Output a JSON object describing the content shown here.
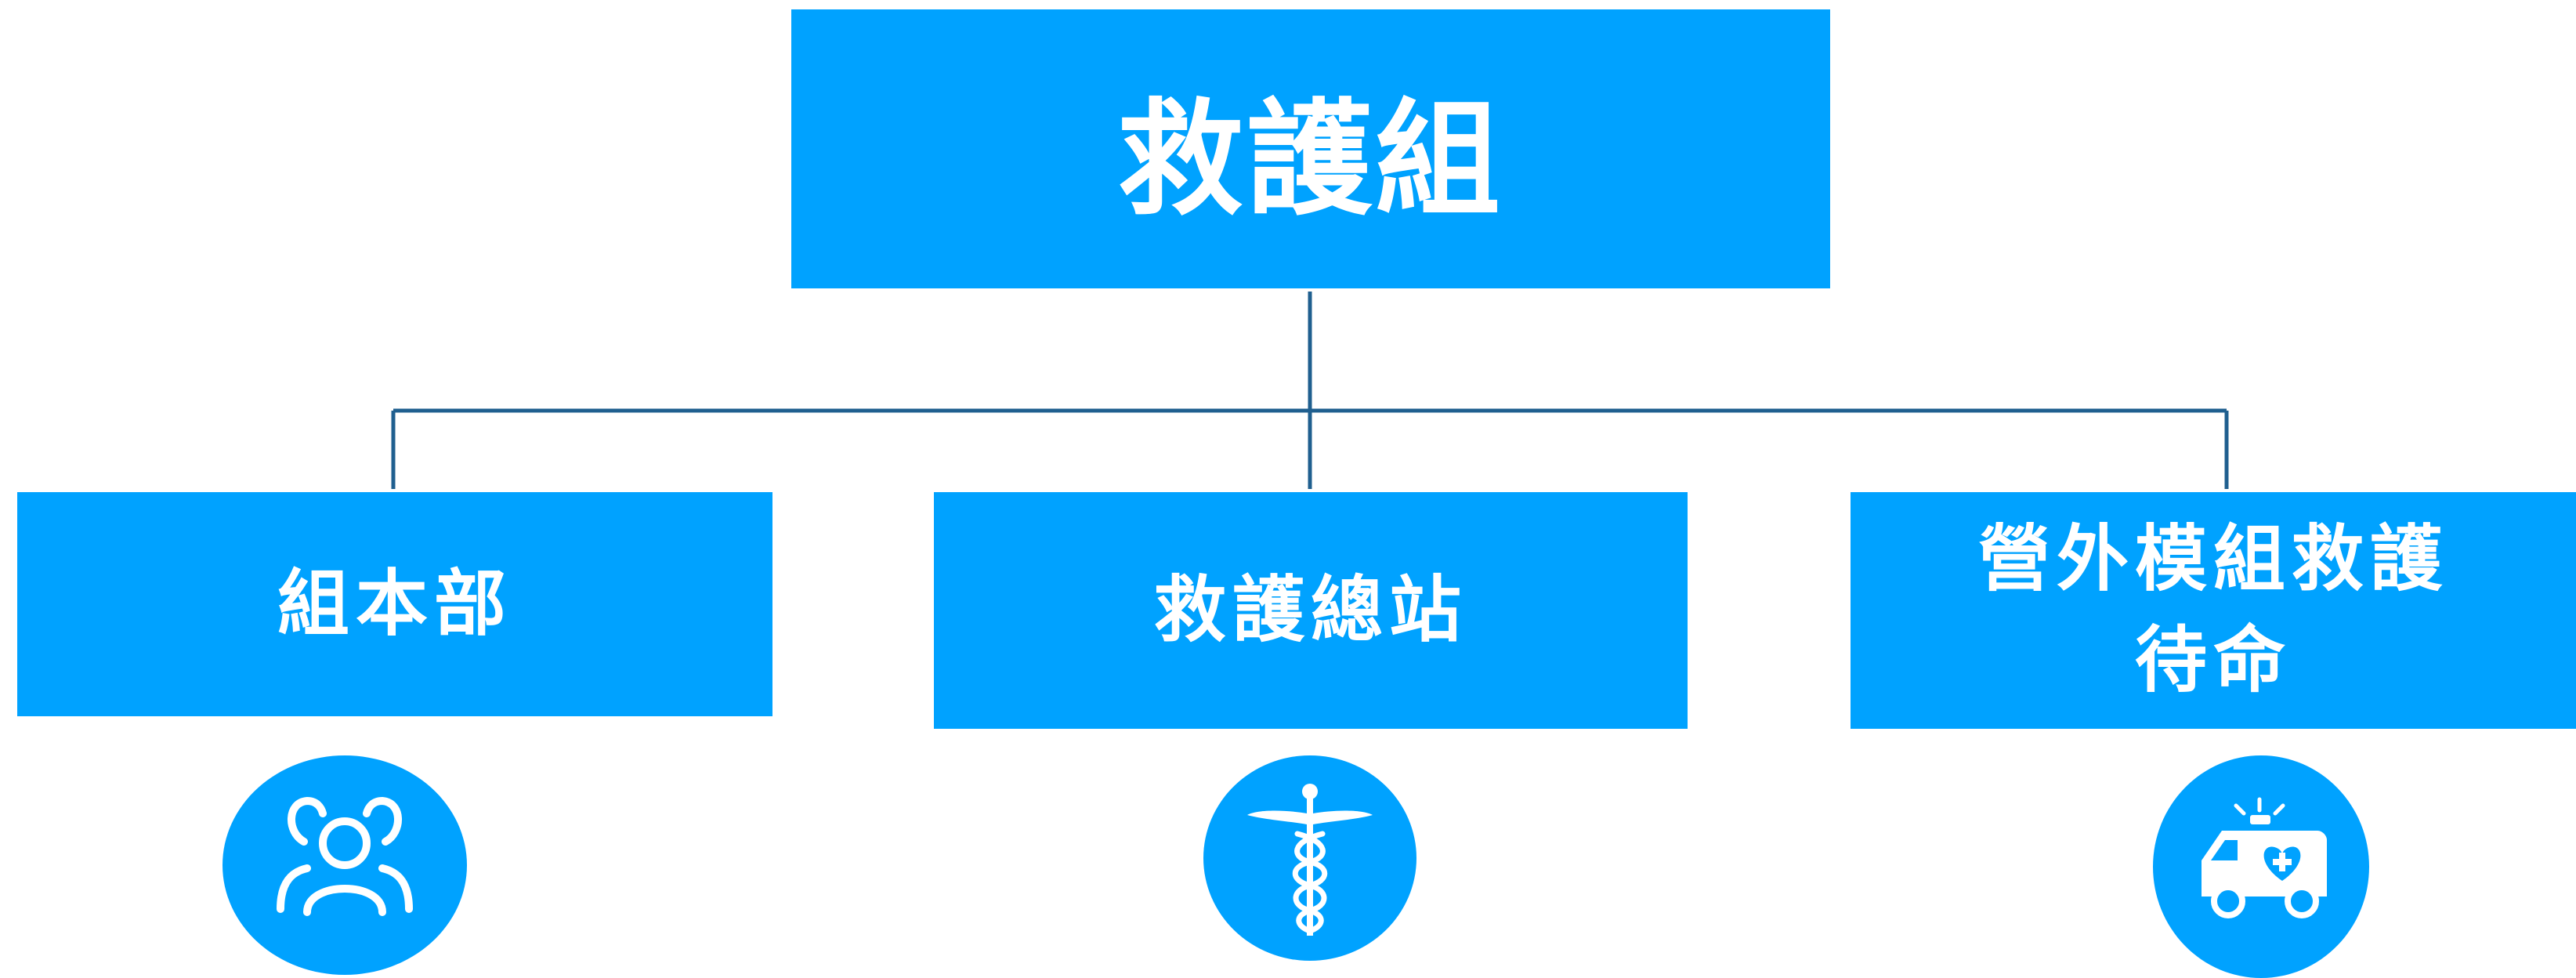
{
  "diagram": {
    "root": {
      "label": "救護組"
    },
    "children": [
      {
        "lines": [
          "組本部"
        ],
        "icon": "group-people-icon"
      },
      {
        "lines": [
          "救護總站"
        ],
        "icon": "caduceus-icon"
      },
      {
        "lines": [
          "營外模組救護",
          "待命"
        ],
        "icon": "ambulance-icon"
      }
    ]
  },
  "colors": {
    "box_fill": "#00a2ff",
    "box_text": "#ffffff",
    "connector": "#1f5f8f",
    "background": "#ffffff"
  }
}
